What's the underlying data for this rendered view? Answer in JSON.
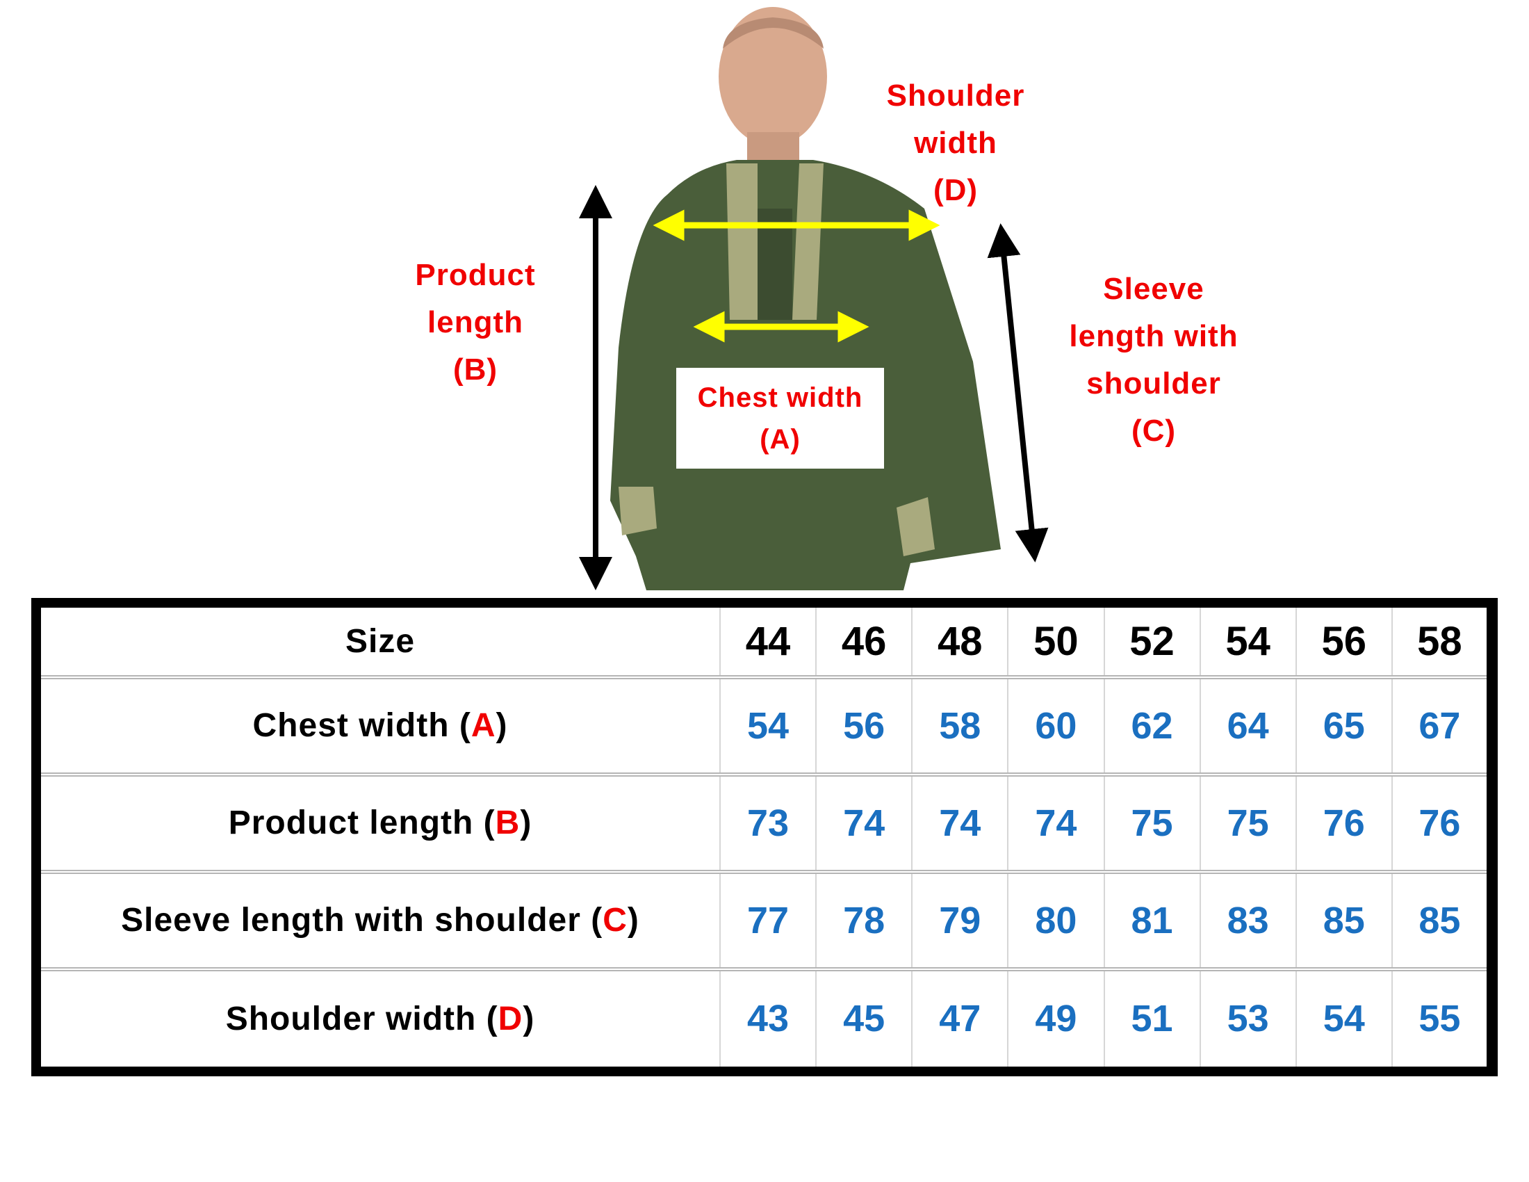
{
  "labels": {
    "shoulder_width": [
      "Shoulder",
      "width",
      "(D)"
    ],
    "product_length": [
      "Product",
      "length",
      "(B)"
    ],
    "sleeve_length": [
      "Sleeve",
      "length with",
      "shoulder",
      "(C)"
    ],
    "chest_width": [
      "Chest width",
      "(A)"
    ]
  },
  "colors": {
    "label_red": "#f00000",
    "value_blue": "#1a6fc0",
    "arrow_yellow": "#ffff00",
    "shirt_green": "#4a5e3a"
  },
  "table": {
    "header_label": "Size",
    "sizes": [
      "44",
      "46",
      "48",
      "50",
      "52",
      "54",
      "56",
      "58"
    ],
    "rows": [
      {
        "label": "Chest width (",
        "letter": "A",
        "close": ")",
        "values": [
          "54",
          "56",
          "58",
          "60",
          "62",
          "64",
          "65",
          "67"
        ]
      },
      {
        "label": "Product length (",
        "letter": "B",
        "close": ")",
        "values": [
          "73",
          "74",
          "74",
          "74",
          "75",
          "75",
          "76",
          "76"
        ]
      },
      {
        "label": "Sleeve length with shoulder (",
        "letter": "C",
        "close": ")",
        "values": [
          "77",
          "78",
          "79",
          "80",
          "81",
          "83",
          "85",
          "85"
        ]
      },
      {
        "label": "Shoulder width (",
        "letter": "D",
        "close": ")",
        "values": [
          "43",
          "45",
          "47",
          "49",
          "51",
          "53",
          "54",
          "55"
        ]
      }
    ]
  }
}
